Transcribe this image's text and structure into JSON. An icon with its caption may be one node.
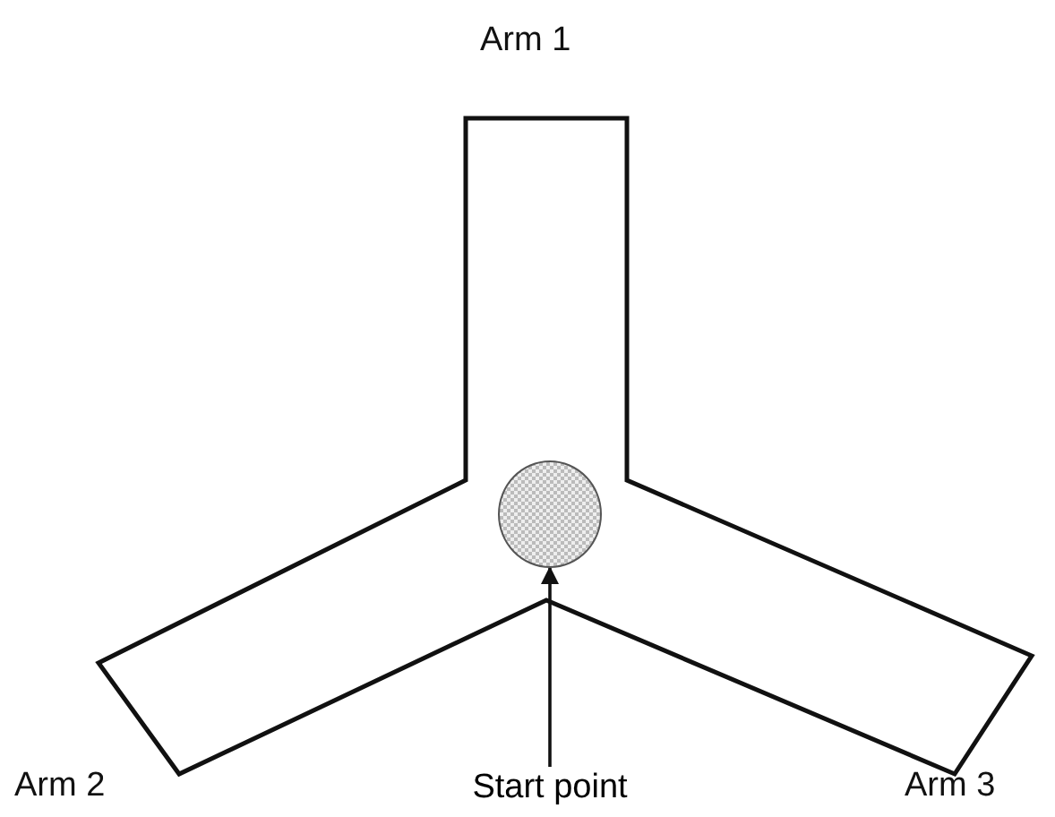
{
  "diagram": {
    "nodes": [
      {
        "text": [
          "Start point"
        ]
      },
      {
        "text": [],
        "shape": "circle"
      }
    ],
    "edges": [
      {
        "from": 0,
        "to": 1,
        "arrow": "to"
      }
    ],
    "labels": [
      "Arm 1",
      "Arm 2",
      "Arm 3"
    ]
  }
}
